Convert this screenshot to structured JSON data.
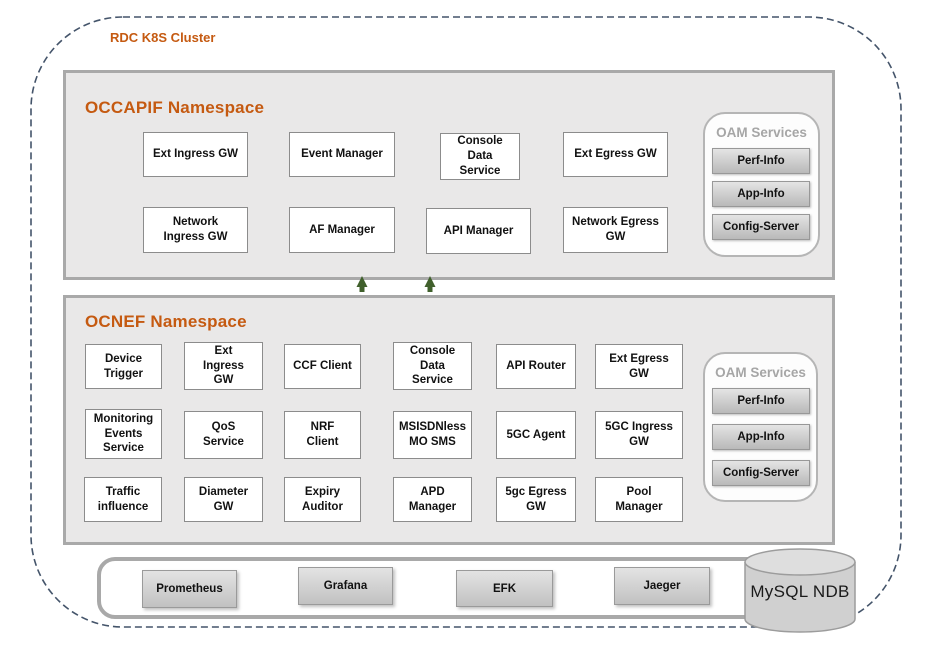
{
  "colors": {
    "accent_orange": "#C55A11",
    "panel_fill": "#E9E8E8",
    "panel_border": "#A9A9A9",
    "cluster_dash_border": "#44546A",
    "arrow_green": "#40602C",
    "oam_title_gray": "#A6A6A6",
    "button_gray": "#C8C8C8"
  },
  "cluster": {
    "title": "RDC K8S Cluster"
  },
  "occapif": {
    "title": "OCCAPIF Namespace",
    "row1": [
      "Ext Ingress GW",
      "Event Manager",
      "Console\nData\nService",
      "Ext Egress GW"
    ],
    "row2": [
      "Network\nIngress GW",
      "AF Manager",
      "API Manager",
      "Network Egress\nGW"
    ],
    "oam": {
      "title": "OAM Services",
      "buttons": [
        "Perf-Info",
        "App-Info",
        "Config-Server"
      ]
    }
  },
  "ocnef": {
    "title": "OCNEF Namespace",
    "row1": [
      "Device\nTrigger",
      "Ext\nIngress\nGW",
      "CCF Client",
      "Console\nData\nService",
      "API Router",
      "Ext Egress\nGW"
    ],
    "row2": [
      "Monitoring\nEvents\nService",
      "QoS\nService",
      "NRF\nClient",
      "MSISDNless\nMO SMS",
      "5GC Agent",
      "5GC Ingress\nGW"
    ],
    "row3": [
      "Traffic\ninfluence",
      "Diameter\nGW",
      "Expiry\nAuditor",
      "APD\nManager",
      "5gc Egress\nGW",
      "Pool\nManager"
    ],
    "oam": {
      "title": "OAM Services",
      "buttons": [
        "Perf-Info",
        "App-Info",
        "Config-Server"
      ]
    }
  },
  "infra": {
    "services": [
      "Prometheus",
      "Grafana",
      "EFK",
      "Jaeger"
    ],
    "database": "MySQL NDB"
  }
}
